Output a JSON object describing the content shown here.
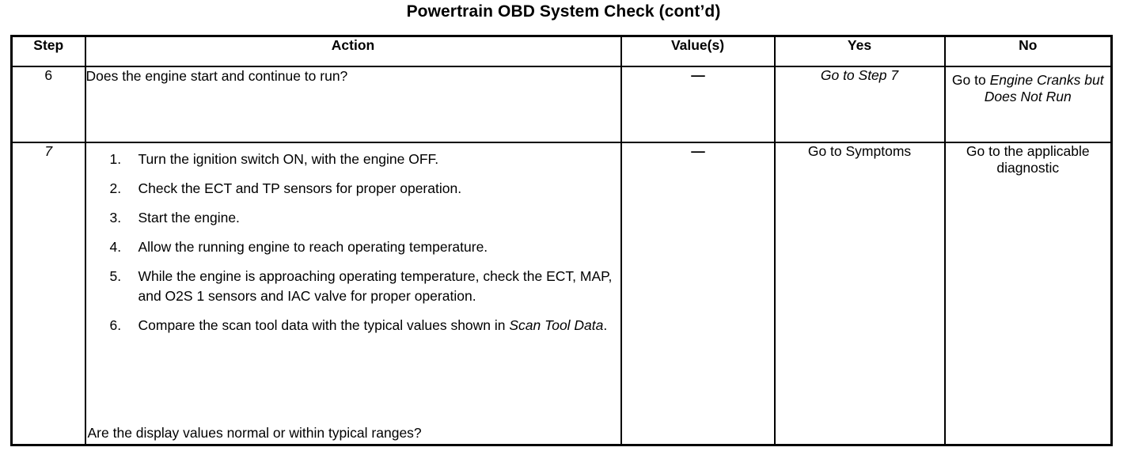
{
  "document": {
    "title": "Powertrain OBD System Check (cont’d)"
  },
  "table": {
    "headers": {
      "step": "Step",
      "action": "Action",
      "value": "Value(s)",
      "yes": "Yes",
      "no": "No"
    },
    "rows": [
      {
        "step": "6",
        "step_italic": false,
        "action_question": "Does the engine start and continue to run?",
        "value": "—",
        "yes": {
          "prefix": "",
          "italic": "Go to Step 7"
        },
        "no": {
          "prefix": "Go to ",
          "italic": "Engine Cranks but Does Not Run"
        }
      },
      {
        "step": "7",
        "step_italic": true,
        "action_steps": [
          {
            "num": "1.",
            "text": "Turn the ignition switch ON, with the engine OFF."
          },
          {
            "num": "2.",
            "text": "Check the ECT and TP sensors for proper operation."
          },
          {
            "num": "3.",
            "text": "Start the engine."
          },
          {
            "num": "4.",
            "text": "Allow the running engine to reach operating temperature."
          },
          {
            "num": "5.",
            "text": "While the engine is approaching operating temperature, check the ECT, MAP, and O2S 1 sensors and IAC valve for proper operation."
          },
          {
            "num": "6.",
            "text_before": "Compare the scan tool data with the typical values shown in ",
            "text_italic": "Scan Tool Data",
            "text_after": "."
          }
        ],
        "action_question": "Are the display values normal or within typical ranges?",
        "value": "—",
        "yes": {
          "prefix": "Go to Symptoms",
          "italic": ""
        },
        "no": {
          "prefix": "Go to the applicable diagnostic",
          "italic": ""
        }
      }
    ]
  },
  "colors": {
    "ink": "#000000",
    "paper": "#ffffff"
  }
}
